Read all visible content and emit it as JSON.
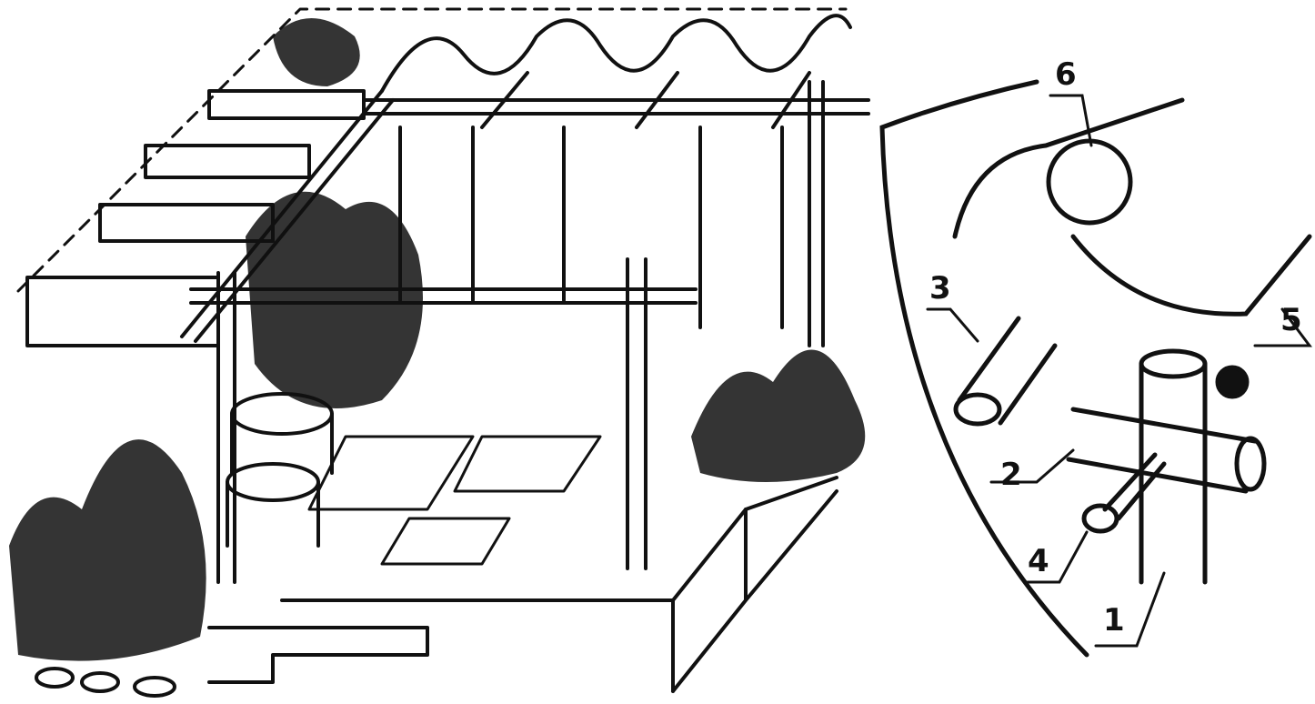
{
  "figure": {
    "description": "Pergola with corrugated shade roof over a paved patio with planters and climbing plants; inset detail of pipe-frame joint",
    "colors": {
      "ink": "#111111",
      "paper": "#ffffff"
    }
  },
  "callouts": [
    {
      "id": "1",
      "label": "1",
      "part": "vertical post pipe"
    },
    {
      "id": "2",
      "label": "2",
      "part": "horizontal crossbar pipe"
    },
    {
      "id": "3",
      "label": "3",
      "part": "pipe sleeve"
    },
    {
      "id": "4",
      "label": "4",
      "part": "bolt"
    },
    {
      "id": "5",
      "label": "5",
      "part": "corrugated roof sheet"
    },
    {
      "id": "6",
      "label": "6",
      "part": "sheet fastening clip"
    }
  ]
}
